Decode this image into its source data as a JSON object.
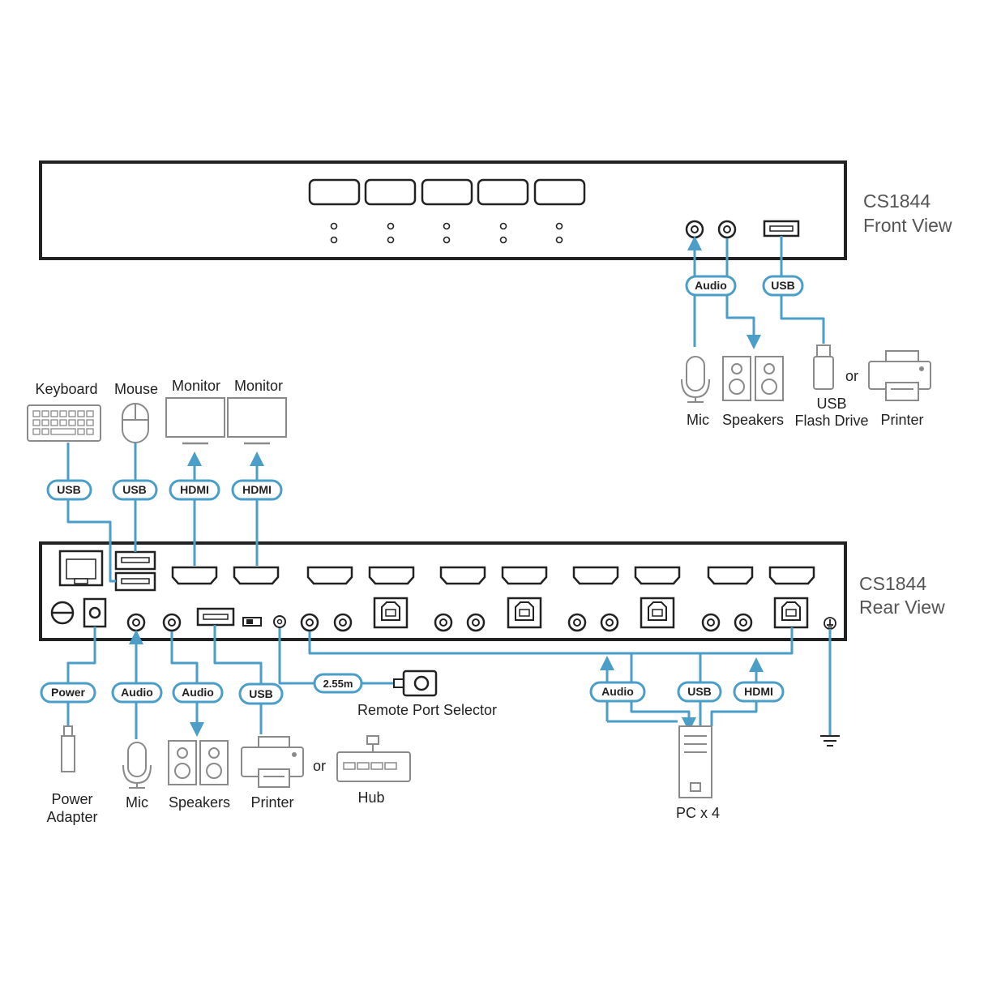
{
  "colors": {
    "cable": "#4a9ec7",
    "device": "#8a8a8a",
    "panel": "#222222",
    "pill_fill": "#ffffff"
  },
  "front": {
    "title_line1": "CS1844",
    "title_line2": "Front View"
  },
  "rear": {
    "title_line1": "CS1844",
    "title_line2": "Rear View"
  },
  "pills": {
    "front_audio": "Audio",
    "front_usb": "USB",
    "kb_usb": "USB",
    "mouse_usb": "USB",
    "mon1_hdmi": "HDMI",
    "mon2_hdmi": "HDMI",
    "power": "Power",
    "rear_audio_mic": "Audio",
    "rear_audio_spk": "Audio",
    "rear_usb": "USB",
    "remote_len": "2.55m",
    "pc_audio": "Audio",
    "pc_usb": "USB",
    "pc_hdmi": "HDMI"
  },
  "labels": {
    "keyboard": "Keyboard",
    "mouse": "Mouse",
    "monitor1": "Monitor",
    "monitor2": "Monitor",
    "front_mic": "Mic",
    "front_speakers": "Speakers",
    "usb_flash_1": "USB",
    "usb_flash_2": "Flash Drive",
    "front_or": "or",
    "front_printer": "Printer",
    "power_adapter_1": "Power",
    "power_adapter_2": "Adapter",
    "rear_mic": "Mic",
    "rear_speakers": "Speakers",
    "rear_printer": "Printer",
    "rear_or": "or",
    "hub": "Hub",
    "remote_selector": "Remote Port Selector",
    "pc": "PC x 4"
  },
  "icons": [
    "mic-icon",
    "speakers-icon",
    "usb-flash-drive-icon",
    "printer-icon",
    "keyboard-icon",
    "mouse-icon",
    "monitor-icon",
    "power-adapter-icon",
    "hub-icon",
    "pc-tower-icon",
    "ground-icon",
    "remote-port-selector-icon"
  ]
}
